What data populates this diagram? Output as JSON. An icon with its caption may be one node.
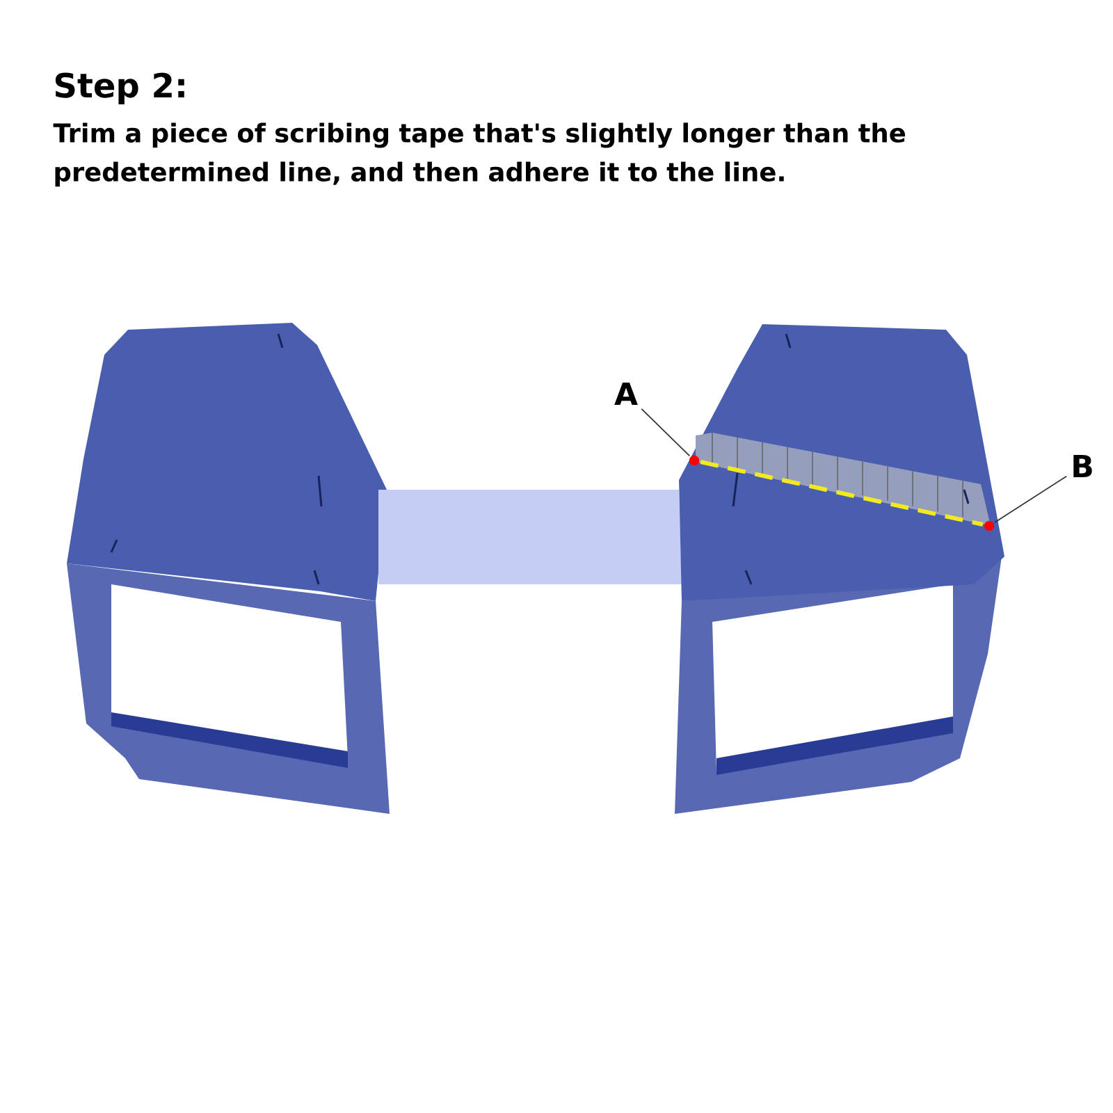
{
  "diagram": {
    "title": "Step 2:",
    "caption": "Trim a piece of scribing tape that's slightly longer than the predetermined line, and then adhere it to the line.",
    "nodes": [
      {
        "text": [
          "A"
        ]
      },
      {
        "text": [],
        "shape": "circle"
      },
      {
        "text": [
          "B"
        ]
      },
      {
        "text": [],
        "shape": "circle"
      }
    ],
    "edges": [
      {
        "from": 0,
        "to": 1,
        "arrow": "none"
      },
      {
        "from": 2,
        "to": 3,
        "arrow": "none"
      },
      {
        "from": 1,
        "to": 3,
        "arrow": "none",
        "style": "dashed",
        "color": "#f2ea1c"
      }
    ]
  }
}
